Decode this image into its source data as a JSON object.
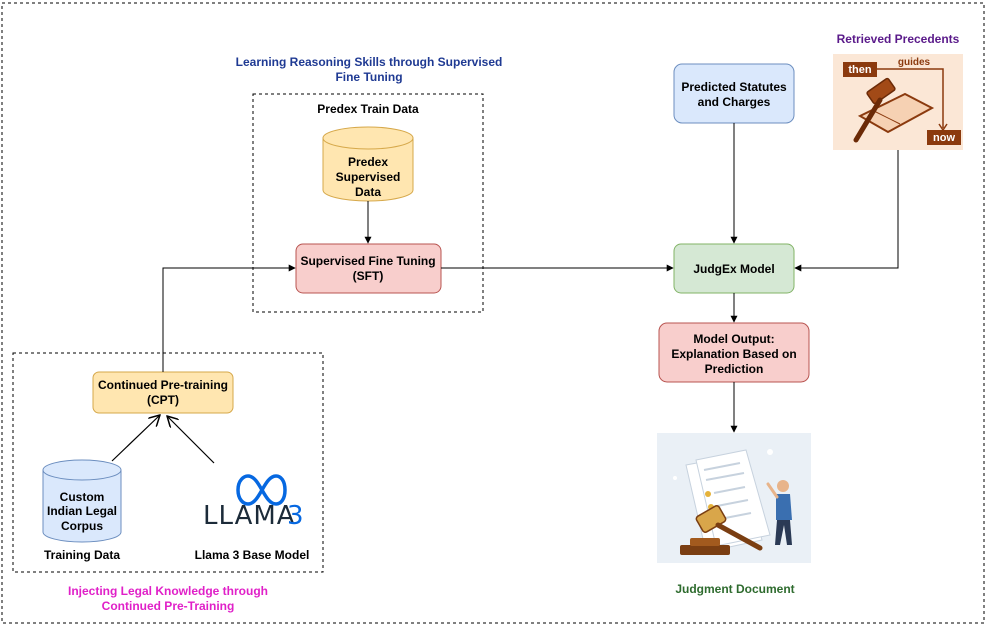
{
  "colors": {
    "blue_title": "#1f3a93",
    "magenta": "#e020c8",
    "purple": "#5a1a8a",
    "green_text": "#2e6b2e",
    "yellow_fill": "#ffe6b0",
    "yellow_stroke": "#d6a84a",
    "red_fill": "#f8cecc",
    "red_stroke": "#b85450",
    "blue_fill": "#dae8fc",
    "blue_stroke": "#6c8ebf",
    "green_fill": "#d5e8d4",
    "green_stroke": "#82b366",
    "llama_blue": "#0668e1"
  },
  "headers": {
    "sft_title_line1": "Learning Reasoning Skills through Supervised",
    "sft_title_line2": "Fine Tuning",
    "cpt_title_line1": "Injecting Legal Knowledge through",
    "cpt_title_line2": "Continued Pre-Training",
    "retrieved_precedents": "Retrieved Precedents",
    "judgment_document": "Judgment Document"
  },
  "labels": {
    "predex_train_data": "Predex Train Data",
    "training_data": "Training Data",
    "llama_base_model": "Llama 3 Base Model"
  },
  "nodes": {
    "predex_data": [
      "Predex",
      "Supervised",
      "Data"
    ],
    "sft": [
      "Supervised Fine Tuning",
      "(SFT)"
    ],
    "cpt": [
      "Continued Pre-training",
      "(CPT)"
    ],
    "corpus": [
      "Custom",
      "Indian Legal",
      "Corpus"
    ],
    "statutes": [
      "Predicted Statutes",
      "and Charges"
    ],
    "judgex": [
      "JudgEx Model"
    ],
    "output": [
      "Model Output:",
      "Explanation Based on",
      "Prediction"
    ]
  },
  "precedent_image": {
    "then": "then",
    "guides": "guides",
    "now": "now"
  },
  "llama_logo": {
    "text": "LLAMA",
    "version": "3"
  }
}
